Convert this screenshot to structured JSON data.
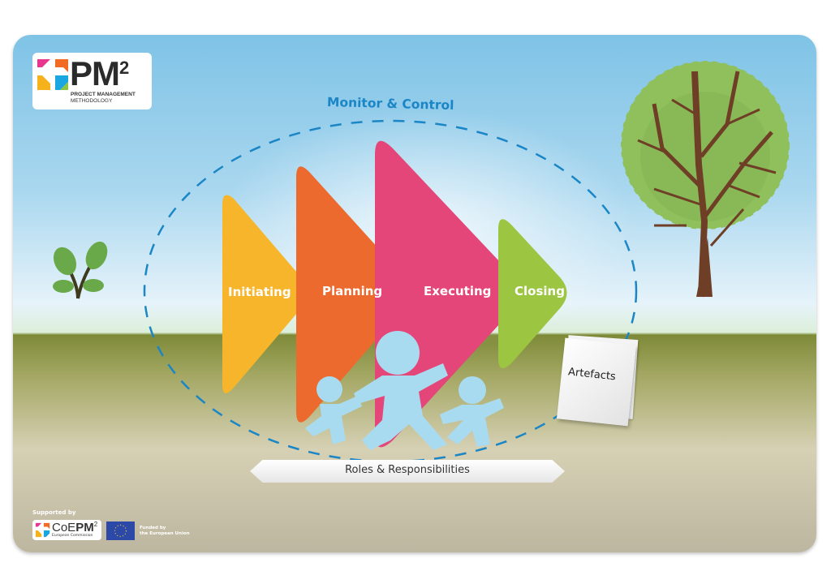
{
  "logo": {
    "title": "PM",
    "superscript": "2",
    "subtitle_line1": "PROJECT MANAGEMENT",
    "subtitle_line2": "METHODOLOGY",
    "colors": [
      "#e8368f",
      "#f26b22",
      "#f6b21a",
      "#1aa7e1",
      "#8dc63f"
    ]
  },
  "cycle": {
    "label": "Monitor & Control",
    "color": "#1b86c6"
  },
  "phases": [
    {
      "label": "Initiating",
      "color": "#f7b52a"
    },
    {
      "label": "Planning",
      "color": "#ec6a2e"
    },
    {
      "label": "Executing",
      "color": "#e44679"
    },
    {
      "label": "Closing",
      "color": "#9cc642"
    }
  ],
  "artefacts": {
    "label": "Artefacts"
  },
  "roles": {
    "label": "Roles & Responsibilities",
    "figure_color": "#a9dbf0"
  },
  "footer": {
    "supported_by": "Supported by",
    "coe_prefix": "CoE",
    "coe_bold": "PM",
    "coe_sup": "2",
    "coe_sub": "European Commission",
    "funded_line1": "Funded by",
    "funded_line2": "the European Union"
  }
}
